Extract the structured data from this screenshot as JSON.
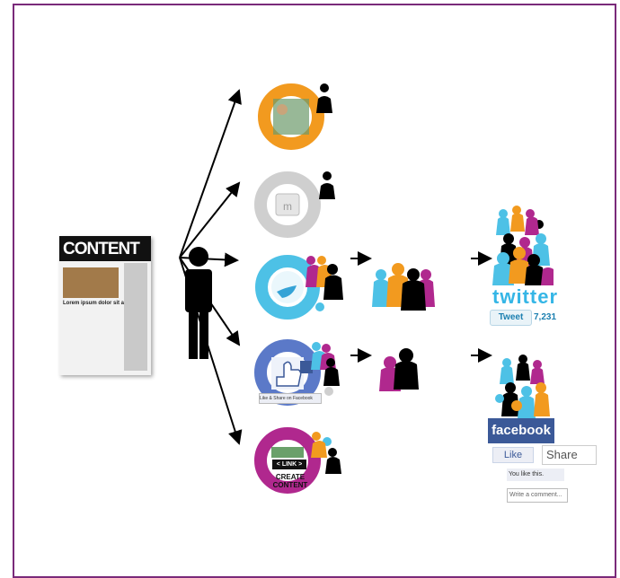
{
  "document": {
    "title": "CONTENT",
    "heading": "Lorem ipsum dolor sit amet,"
  },
  "twitter": {
    "wordmark": "twitter",
    "tweet_label": "Tweet",
    "count": "7,231"
  },
  "facebook": {
    "wordmark": "facebook",
    "like_label": "Like",
    "share_label": "Share",
    "you_like": "You like this.",
    "comment": "Write a comment...",
    "small_button": "Like & Share on Facebook"
  },
  "create": {
    "link_label": "< LINK >",
    "title": "CREATE CONTENT"
  },
  "colors": {
    "frame": "#7a2a7a",
    "orange": "#f29a1f",
    "gray": "#cfcfcf",
    "cyan": "#4dc1e6",
    "blue": "#5b79c8",
    "magenta": "#b0288e",
    "black": "#000000"
  }
}
